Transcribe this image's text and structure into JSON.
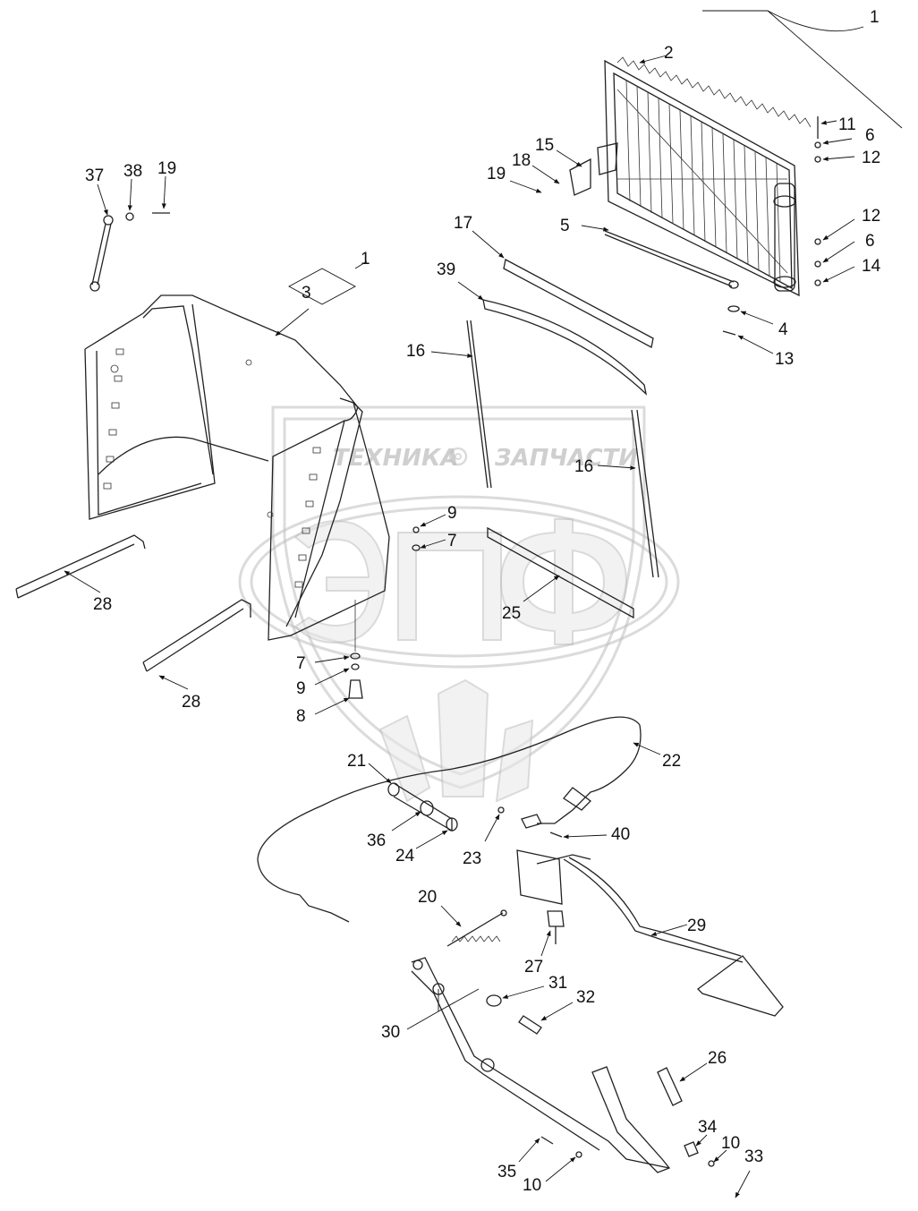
{
  "watermark": {
    "left_text": "ТЕХНИКА",
    "right_text": "ЗАПЧАСТИ",
    "monogram": "эпф"
  },
  "labels": [
    "1",
    "2",
    "3",
    "4",
    "5",
    "6",
    "7",
    "8",
    "9",
    "10",
    "11",
    "12",
    "13",
    "14",
    "15",
    "16",
    "17",
    "18",
    "19",
    "20",
    "21",
    "22",
    "23",
    "24",
    "25",
    "26",
    "27",
    "28",
    "29",
    "30",
    "31",
    "32",
    "33",
    "34",
    "35",
    "36",
    "37",
    "38",
    "39",
    "40"
  ]
}
